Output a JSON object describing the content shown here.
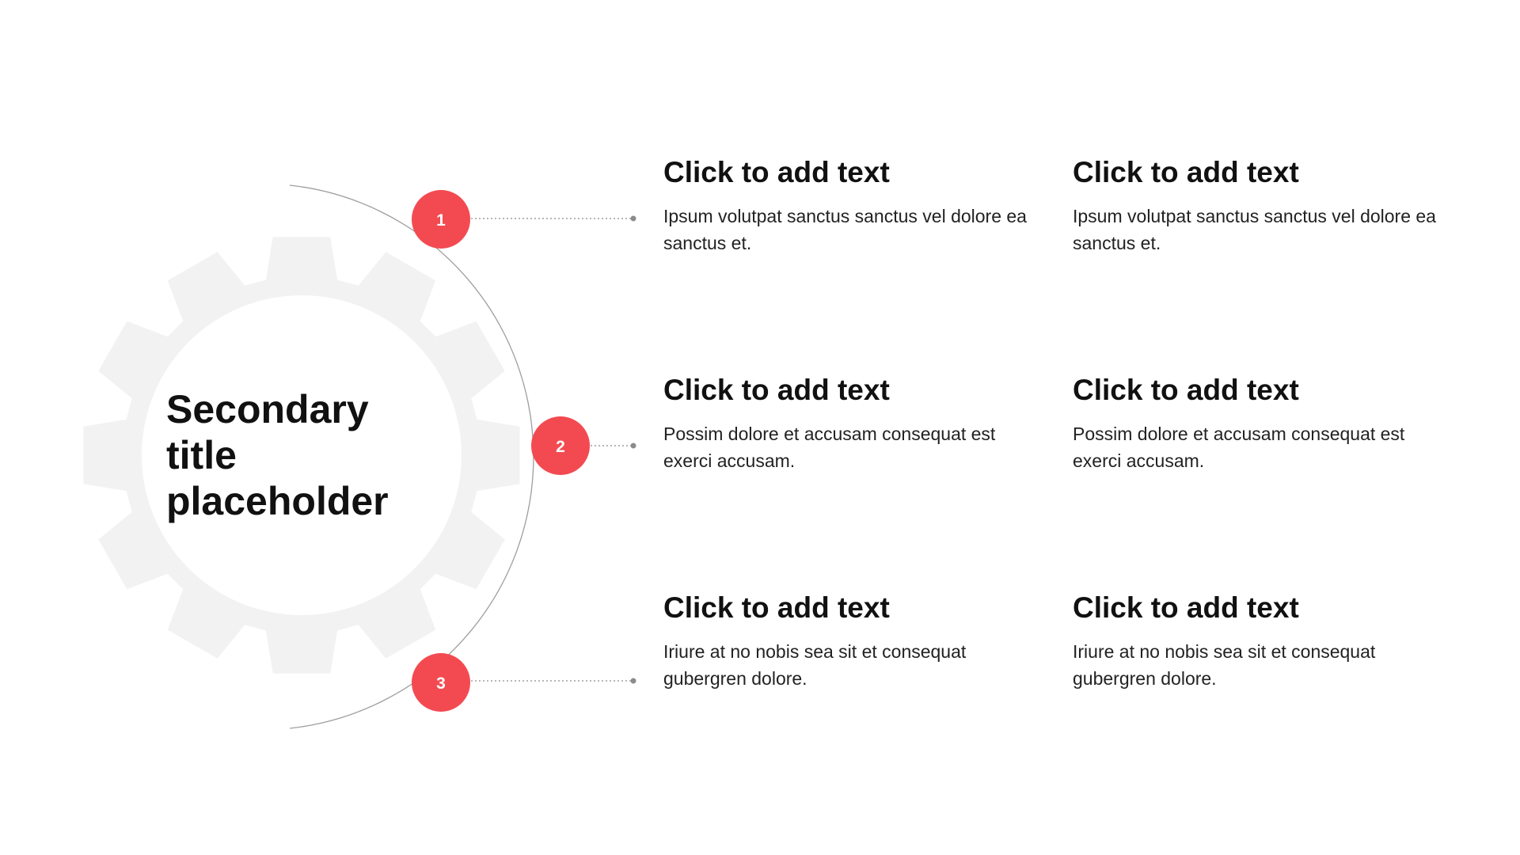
{
  "slide": {
    "title": "Secondary title placeholder",
    "colors": {
      "accent": "#F34A51",
      "gear": "#F2F2F2",
      "arc": "#9E9E9E",
      "connector": "#8C8C8C",
      "text": "#111111"
    },
    "steps": [
      {
        "number": "1"
      },
      {
        "number": "2"
      },
      {
        "number": "3"
      }
    ],
    "rows": [
      {
        "items": [
          {
            "heading": "Click to add text",
            "body": "Ipsum volutpat sanctus sanctus vel dolore ea sanctus et."
          },
          {
            "heading": "Click to add text",
            "body": "Ipsum volutpat sanctus sanctus vel dolore ea sanctus et."
          }
        ]
      },
      {
        "items": [
          {
            "heading": "Click to add text",
            "body": "Possim dolore et accusam consequat est exerci accusam."
          },
          {
            "heading": "Click to add text",
            "body": "Possim dolore et accusam consequat est exerci accusam."
          }
        ]
      },
      {
        "items": [
          {
            "heading": "Click to add text",
            "body": "Iriure at no nobis sea sit et consequat gubergren dolore."
          },
          {
            "heading": "Click to add text",
            "body": "Iriure at no nobis sea sit et consequat gubergren dolore."
          }
        ]
      }
    ]
  }
}
